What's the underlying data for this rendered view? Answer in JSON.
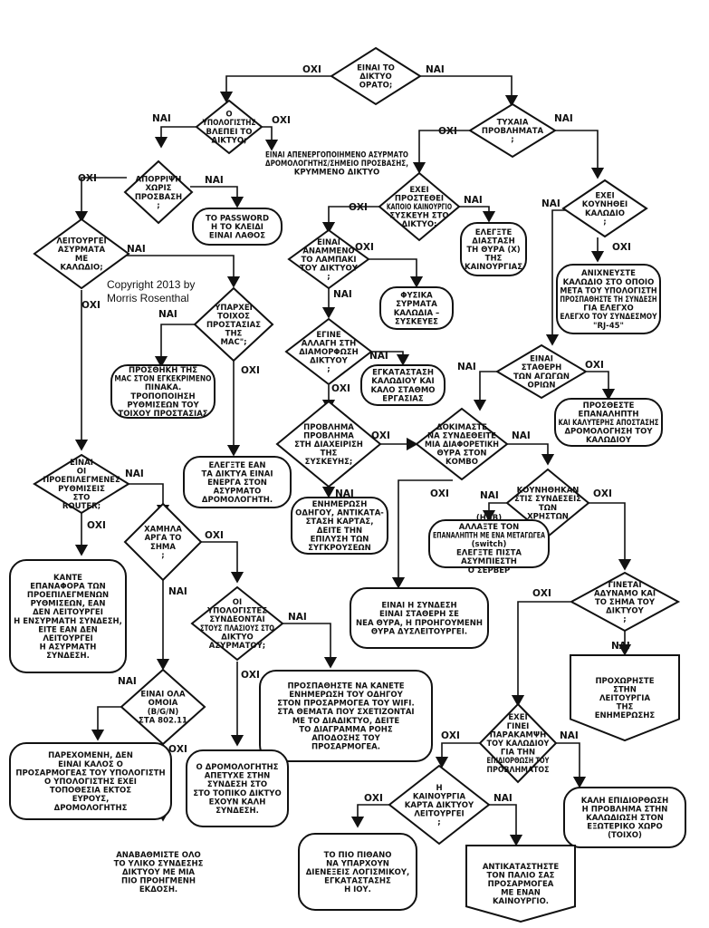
{
  "copyright": [
    "Copyright 2013 by",
    "Morris Rosenthal"
  ],
  "nodes": {
    "d_visible": [
      "ΕΙΝΑΙ ΤΟ",
      "ΔΙΚΤΥΟ",
      "ΟΡΑΤΟ;"
    ],
    "d_computer_sees": [
      "Ο",
      "ΥΠΟΛΟΓΙΣΤΗΣ",
      "ΒΛΕΠΕΙ ΤΟ",
      "ΔΙΚΤΥΟ;"
    ],
    "d_sudden": [
      "ΤΥΧΑΙΑ",
      "ΠΡΟΒΛΗΜΑΤΑ",
      ";"
    ],
    "t_hidden_net": [
      "ΕΙΝΑΙ ΑΠΕΝΕΡΓΟΠΟΙΗΜΕΝΟ ΑΣΥΡΜΑΤΟ",
      "ΔΡΟΜΟΛΟΓΗΤΗΣ/ΣΗΜΕΙΟ ΠΡΟΣΒΑΣΗΣ,",
      "ΚΡΥΜΜΕΝΟ ΔΙΚΤΥΟ"
    ],
    "d_refused": [
      "ΑΠΟΡΡΙΨΗ",
      "ΧΩΡΙΣ",
      "ΠΡΟΣΒΑΣΗ",
      ";"
    ],
    "d_new_device": [
      "ΕΧΕΙ",
      "ΠΡΟΣΤΕΘΕΙ",
      "ΚΑΠΟΙΟ ΚΑΙΝΟΥΡΓΙΟ",
      "ΣΥΣΚΕΥΗ ΣΤΟ",
      "ΔΙΚΤΥΟ;"
    ],
    "d_cable_moved": [
      "ΕΧΕΙ",
      "ΚΟΥΝΗΘΕΙ",
      "ΚΑΛΩΔΙΟ",
      ";"
    ],
    "t_password": [
      "ΤΟ PASSWORD",
      "Η ΤΟ ΚΛΕΙΔΙ",
      "ΕΙΝΑΙ ΛΑΘΟΣ"
    ],
    "t_unplug_new": [
      "ΕΛΕΓΞΤΕ",
      "ΔΙΑΣΤΑΣΗ",
      "ΤΗ ΘΥΡΑ (Χ)",
      "ΤΗΣ",
      "ΚΑΙΝΟΥΡΓΙΑΣ"
    ],
    "d_cable_mode": [
      "ΛΕΙΤΟΥΡΓΕΙ",
      "ΑΣΥΡΜΑΤΑ",
      "ΜΕ",
      "ΚΑΛΩΔΙΟ;"
    ],
    "d_link_lights": [
      "ΕΙΝΑΙ",
      "ΑΝΑΜΜΕΝΟ",
      "ΤΟ ΛΑΜΠΑΚΙ",
      "ΤΟΥ ΔΙΚΤΥΟΥ",
      ";"
    ],
    "t_physical": [
      "ΦΥΣΙΚΑ",
      "ΣΥΡΜΑΤΑ",
      "ΚΑΛΩΔΙΑ –",
      "ΣΥΣΚΕΥΕΣ"
    ],
    "t_check_cable": [
      "ΑΝΙΧΝΕΥΣΤΕ",
      "ΚΑΛΩΔΙΟ ΣΤΟ ΟΠΟΙΟ",
      "ΜΕΤΑ ΤΟΥ ΥΠΟΛΟΓΙΣΤΗ",
      "ΠΡΟΣΠΑΘΗΣΤΕ ΤΗ ΣΥΝΔΕΣΗ",
      "ΓΙΑ ΕΛΕΓΧΟ",
      "ΕΛΕΓΧΟ ΤΟΥ ΣΥΝΔΕΣΜΟΥ",
      "\"RJ-45\""
    ],
    "d_mac_filter": [
      "ΥΠΑΡΧΕΙ",
      "ΤΟΙΧΟΣ",
      "ΠΡΟΣΤΑΣΙΑΣ",
      "ΤΗΣ",
      "ΜΑC\";"
    ],
    "d_config_change": [
      "ΕΓΙΝΕ",
      "ΑΛΛΑΓΗ ΣΤΗ",
      "ΔΙΑΜΟΡΦΩΣΗ",
      "ΔΙΚΤΥΟΥ",
      ";"
    ],
    "t_replace_cable": [
      "ΕΓΚΑΤΑΣΤΑΣΗ",
      "ΚΑΛΩΔΙΟΥ ΚΑΙ",
      "ΚΑΛΟ ΣΤΑΘΜΟ",
      "ΕΡΓΑΣΙΑΣ"
    ],
    "d_intermittent": [
      "ΕΙΝΑΙ",
      "ΣΤΑΘΕΡΗ",
      "ΤΩΝ ΑΓΩΓΩΝ",
      "ΟΡΙΩΝ"
    ],
    "t_mac_add": [
      "ΠΡΟΣΘΗΚΗ ΤΗΣ",
      "ΜΑC ΣΤΟΝ ΕΓΚΕΚΡΙΜΕΝΟ",
      "ΠΙΝΑΚΑ.",
      "ΤΡΟΠΟΠΟΙΗΣΗ",
      "ΡΥΘΜΙΣΕΩΝ ΤΟΥ",
      "ΤΟΙΧΟΥ ΠΡΟΣΤΑΣΙΑΣ"
    ],
    "d_driver_issue": [
      "ΠΡΟΒΛΗΜΑ",
      "ΠΡΟΒΛΗΜΑ",
      "ΣΤΗ ΔΙΑΧΕΙΡΙΣΗ",
      "ΤΗΣ",
      "ΣΥΣΚΕΥΗΣ;"
    ],
    "d_other_port": [
      "ΔΟΚΙΜΑΣΤΕ",
      "ΝΑ ΣΥΝΔΕΘΕΙΤΕ",
      "ΜΙΑ ΔΙΑΦΟΡΕΤΙΚΗ",
      "ΘΥΡΑ ΣΤΟΝ",
      "ΚΟΜΒΟ"
    ],
    "t_retry_cable": [
      "ΠΡΟΣΘΕΣΤΕ",
      "ΕΠΑΝΑΛΗΠΤΗ",
      "ΚΑΙ ΚΑΛΥΤΕΡΗΣ ΑΠΟΣΤΑΣΗΣ",
      "ΔΡΟΜΟΛΟΓΗΣΗ ΤΟΥ",
      "ΚΑΛΩΔΙΟΥ"
    ],
    "t_check_enabled": [
      "ΕΛΕΓΞΤΕ ΕΑΝ",
      "ΤΑ ΔΙΚΤΥΑ ΕΙΝΑΙ",
      "ΕΝΕΡΓΑ ΣΤΟΝ",
      "ΑΣΥΡΜΑΤΟ",
      "ΔΡΟΜΟΛΟΓΗΤΗ."
    ],
    "t_update_driver": [
      "ΕΝΗΜΕΡΩΣΗ",
      "ΟΔΗΓΟΥ, ΑΝΤΙΚΑΤΑ-",
      "ΣΤΑΣΗ ΚΑΡΤΑΣ,",
      "ΔΕΙΤΕ ΤΗΝ",
      "ΕΠΙΛΥΣΗ ΤΩΝ",
      "ΣΥΓΚΡΟΥΣΕΩΝ"
    ],
    "d_default_settings": [
      "ΕΙΝΑΙ",
      "ΟΙ",
      "ΠΡΟΕΠΙΛΕΓΜΕΝΕΣ",
      "ΡΥΘΜΙΣΕΙΣ",
      "ΣΤΟ",
      "ROUTER;"
    ],
    "d_user_change": [
      "ΚΟΥΝΗΘΗΚΑΝ",
      "ΣΤΙΣ ΣΥΝΔΕΣΕΙΣ",
      "ΤΩΝ",
      "ΧΡΗΣΤΩΝ"
    ],
    "d_slow": [
      "ΧΑΜΗΛΑ",
      "ΑΡΓΑ ΤΟ",
      "ΣΗΜΑ",
      ";"
    ],
    "t_reset": [
      "ΚΑΝΤΕ",
      "ΕΠΑΝΑΦΟΡΑ ΤΩΝ",
      "ΠΡΟΕΠΙΛΕΓΜΕΝΩΝ",
      "ΡΥΘΜΙΣΕΩΝ, ΕΑΝ",
      "ΔΕΝ ΛΕΙΤΟΥΡΓΕΙ",
      "Η ΕΝΣΥΡΜΑΤΗ ΣΥΝΔΕΣΗ,",
      "ΕΙΤΕ ΕΑΝ ΔΕΝ",
      "ΛΕΙΤΟΥΡΓΕΙ",
      "Η ΑΣΥΡΜΑΤΗ",
      "ΣΥΝΔΕΣΗ."
    ],
    "t_hub_switch": [
      "(HUB)",
      "ΑΛΛΑΞΤΕ ΤΟΝ",
      "ΕΠΑΝΑΛΗΠΤΗ ΜΕ ΕΝΑ ΜΕΤΑΓΩΓΕΑ",
      "(switch)",
      "ΕΛΕΓΞΤΕ ΠΙΣΤΑ",
      "ΑΣΥΜΠΙΕΣΤΗ",
      "Ο ΣΕΡΒΕΡ"
    ],
    "d_interference": [
      "ΓΙΝΕΤΑΙ",
      "ΑΔΥΝΑΜΟ ΚΑΙ",
      "ΤΟ ΣΗΜΑ ΤΟΥ",
      "ΔΙΚΤΥΟΥ",
      ";"
    ],
    "d_security": [
      "ΟΙ",
      "ΥΠΟΛΟΓΙΣΤΕΣ",
      "ΣΥΝΔΕΟΝΤΑΙ",
      "ΣΤΟΥΣ ΠΛΑΣΙΟΥΣ ΣΤΟ",
      "ΔΙΚΤΥΟ",
      "ΑΣΥΡΜΑΤΟΥ;"
    ],
    "t_try_other_port": [
      "ΕΙΝΑΙ Η ΣΥΝΔΕΣΗ",
      "ΕΙΝΑΙ ΣΤΑΘΕΡΗ ΣΕ",
      "ΝΕΑ ΘΥΡΑ, Η ΠΡΟΗΓΟΥΜΕΝΗ",
      "ΘΥΡΑ ΔΥΣΛΕΙΤΟΥΡΓΕΙ."
    ],
    "t_update_firmware": [
      "ΠΡΟΧΩΡΗΣΤΕ",
      "ΣΤΗΝ",
      "ΛΕΙΤΟΥΡΓΙΑ",
      "ΤΗΣ",
      "ΕΝΗΜΕΡΩΣΗΣ"
    ],
    "d_standard": [
      "ΕΙΝΑΙ ΟΛΑ",
      "ΟΜΟΙΑ",
      "(B/G/N)",
      "ΣΤΑ 802.11"
    ],
    "t_reconnect": [
      "ΠΡΟΣΠΑΘΗΣΤΕ ΝΑ ΚΑΝΕΤΕ",
      "ΕΝΗΜΕΡΩΣΗ ΤΟΥ ΟΔΗΓΟΥ",
      "ΣΤΟΝ ΠΡΟΣΑΡΜΟΓΕΑ ΤΟΥ WIFI.",
      "ΣΤΑ ΘΕΜΑΤΑ ΠΟΥ ΣΧΕΤΙΖΟΝΤΑΙ",
      "ΜΕ ΤΟ ΔΙΑΔΙΚΤΥΟ, ΔΕΙΤΕ",
      "ΤΟ ΔΙΑΓΡΑΜΜΑ ΡΟΗΣ",
      "ΑΠΟΔΟΣΗΣ ΤΟΥ",
      "ΠΡΟΣΑΡΜΟΓΕΑ."
    ],
    "d_upgrade_possible": [
      "ΕΧΕΙ",
      "ΓΙΝΕΙ",
      "ΠΑΡΑΚΑΜΨΗ",
      "ΤΟΥ ΚΑΛΩΔΙΟΥ",
      "ΓΙΑ ΤΗΝ",
      "ΕΠΙΔΙΟΡΘΩΣΗ ΤΟΥ",
      "ΠΡΟΒΛΗΜΑΤΟΣ"
    ],
    "t_legacy": [
      "ΠΑΡΕΧΟΜΕΝΗ, ΔΕΝ",
      "ΕΙΝΑΙ ΚΑΛΟΣ Ο",
      "ΠΡΟΣΑΡΜΟΓΕΑΣ ΤΟΥ ΥΠΟΛΟΓΙΣΤΗ",
      "Ο ΥΠΟΛΟΓΙΣΤΗΣ ΕΧΕΙ",
      "ΤΟΠΟΘΕΣΙΑ ΕΚΤΟΣ",
      "ΕΥΡΟΥΣ,",
      "ΔΡΟΜΟΛΟΓΗΤΗΣ"
    ],
    "t_router_fail": [
      "Ο ΔΡΟΜΟΛΟΓΗΤΗΣ",
      "ΑΠΕΤΥΧΕ ΣΤΗΝ",
      "ΣΥΝΔΕΣΗ ΣΤΟ",
      "ΣΤΟ ΤΟΠΙΚΟ ΔΙΚΤΥΟ",
      "ΕΧΟΥΝ ΚΑΛΗ",
      "ΣΥΝΔΕΣΗ."
    ],
    "d_card_works": [
      "Η",
      "ΚΑΙΝΟΥΡΓΙΑ",
      "ΚΑΡΤΑ ΔΙΚΤΥΟΥ",
      "ΛΕΙΤΟΥΡΓΕΙ",
      ";"
    ],
    "t_good_repair": [
      "ΚΑΛΗ ΕΠΙΔΙΟΡΘΩΣΗ",
      "Η ΠΡΟΒΛΗΜΑ ΣΤΗΝ",
      "ΚΑΛΩΔΙΩΣΗ ΣΤΟΝ",
      "ΕΞΩΤΕΡΙΚΟ ΧΩΡΟ",
      "(ΤΟΙΧΟ)"
    ],
    "t_upgrade_all": [
      "ΑΝΑΒΑΘΜΙΣΤΕ ΟΛΟ",
      "ΤΟ ΥΛΙΚΟ ΣΥΝΔΕΣΗΣ",
      "ΔΙΚΤΥΟΥ ΜΕ ΜΙΑ",
      "ΠΙΟ ΠΡΟΗΓΜΕΝΗ",
      "ΕΚΔΟΣΗ."
    ],
    "t_software": [
      "ΤΟ ΠΙΟ ΠΙΘΑΝΟ",
      "ΝΑ ΥΠΑΡΧΟΥΝ",
      "ΔΙΕΝΕΞΕΙΣ ΛΟΓΙΣΜΙΚΟΥ,",
      "ΕΓΚΑΤΑΣΤΑΣΗΣ",
      "Η ΙΟΥ."
    ],
    "t_replace_adapter": [
      "ΑΝΤΙΚΑΤΑΣΤΗΣΤΕ",
      "ΤΟΝ ΠΑΛΙΟ ΣΑΣ",
      "ΠΡΟΣΑΡΜΟΓΕΑ",
      "ΜΕ ΕΝΑΝ",
      "ΚΑΙΝΟΥΡΓΙΟ."
    ]
  },
  "edge_labels": {
    "yes": "ΝΑΙ",
    "no": "ΟΧΙ"
  }
}
